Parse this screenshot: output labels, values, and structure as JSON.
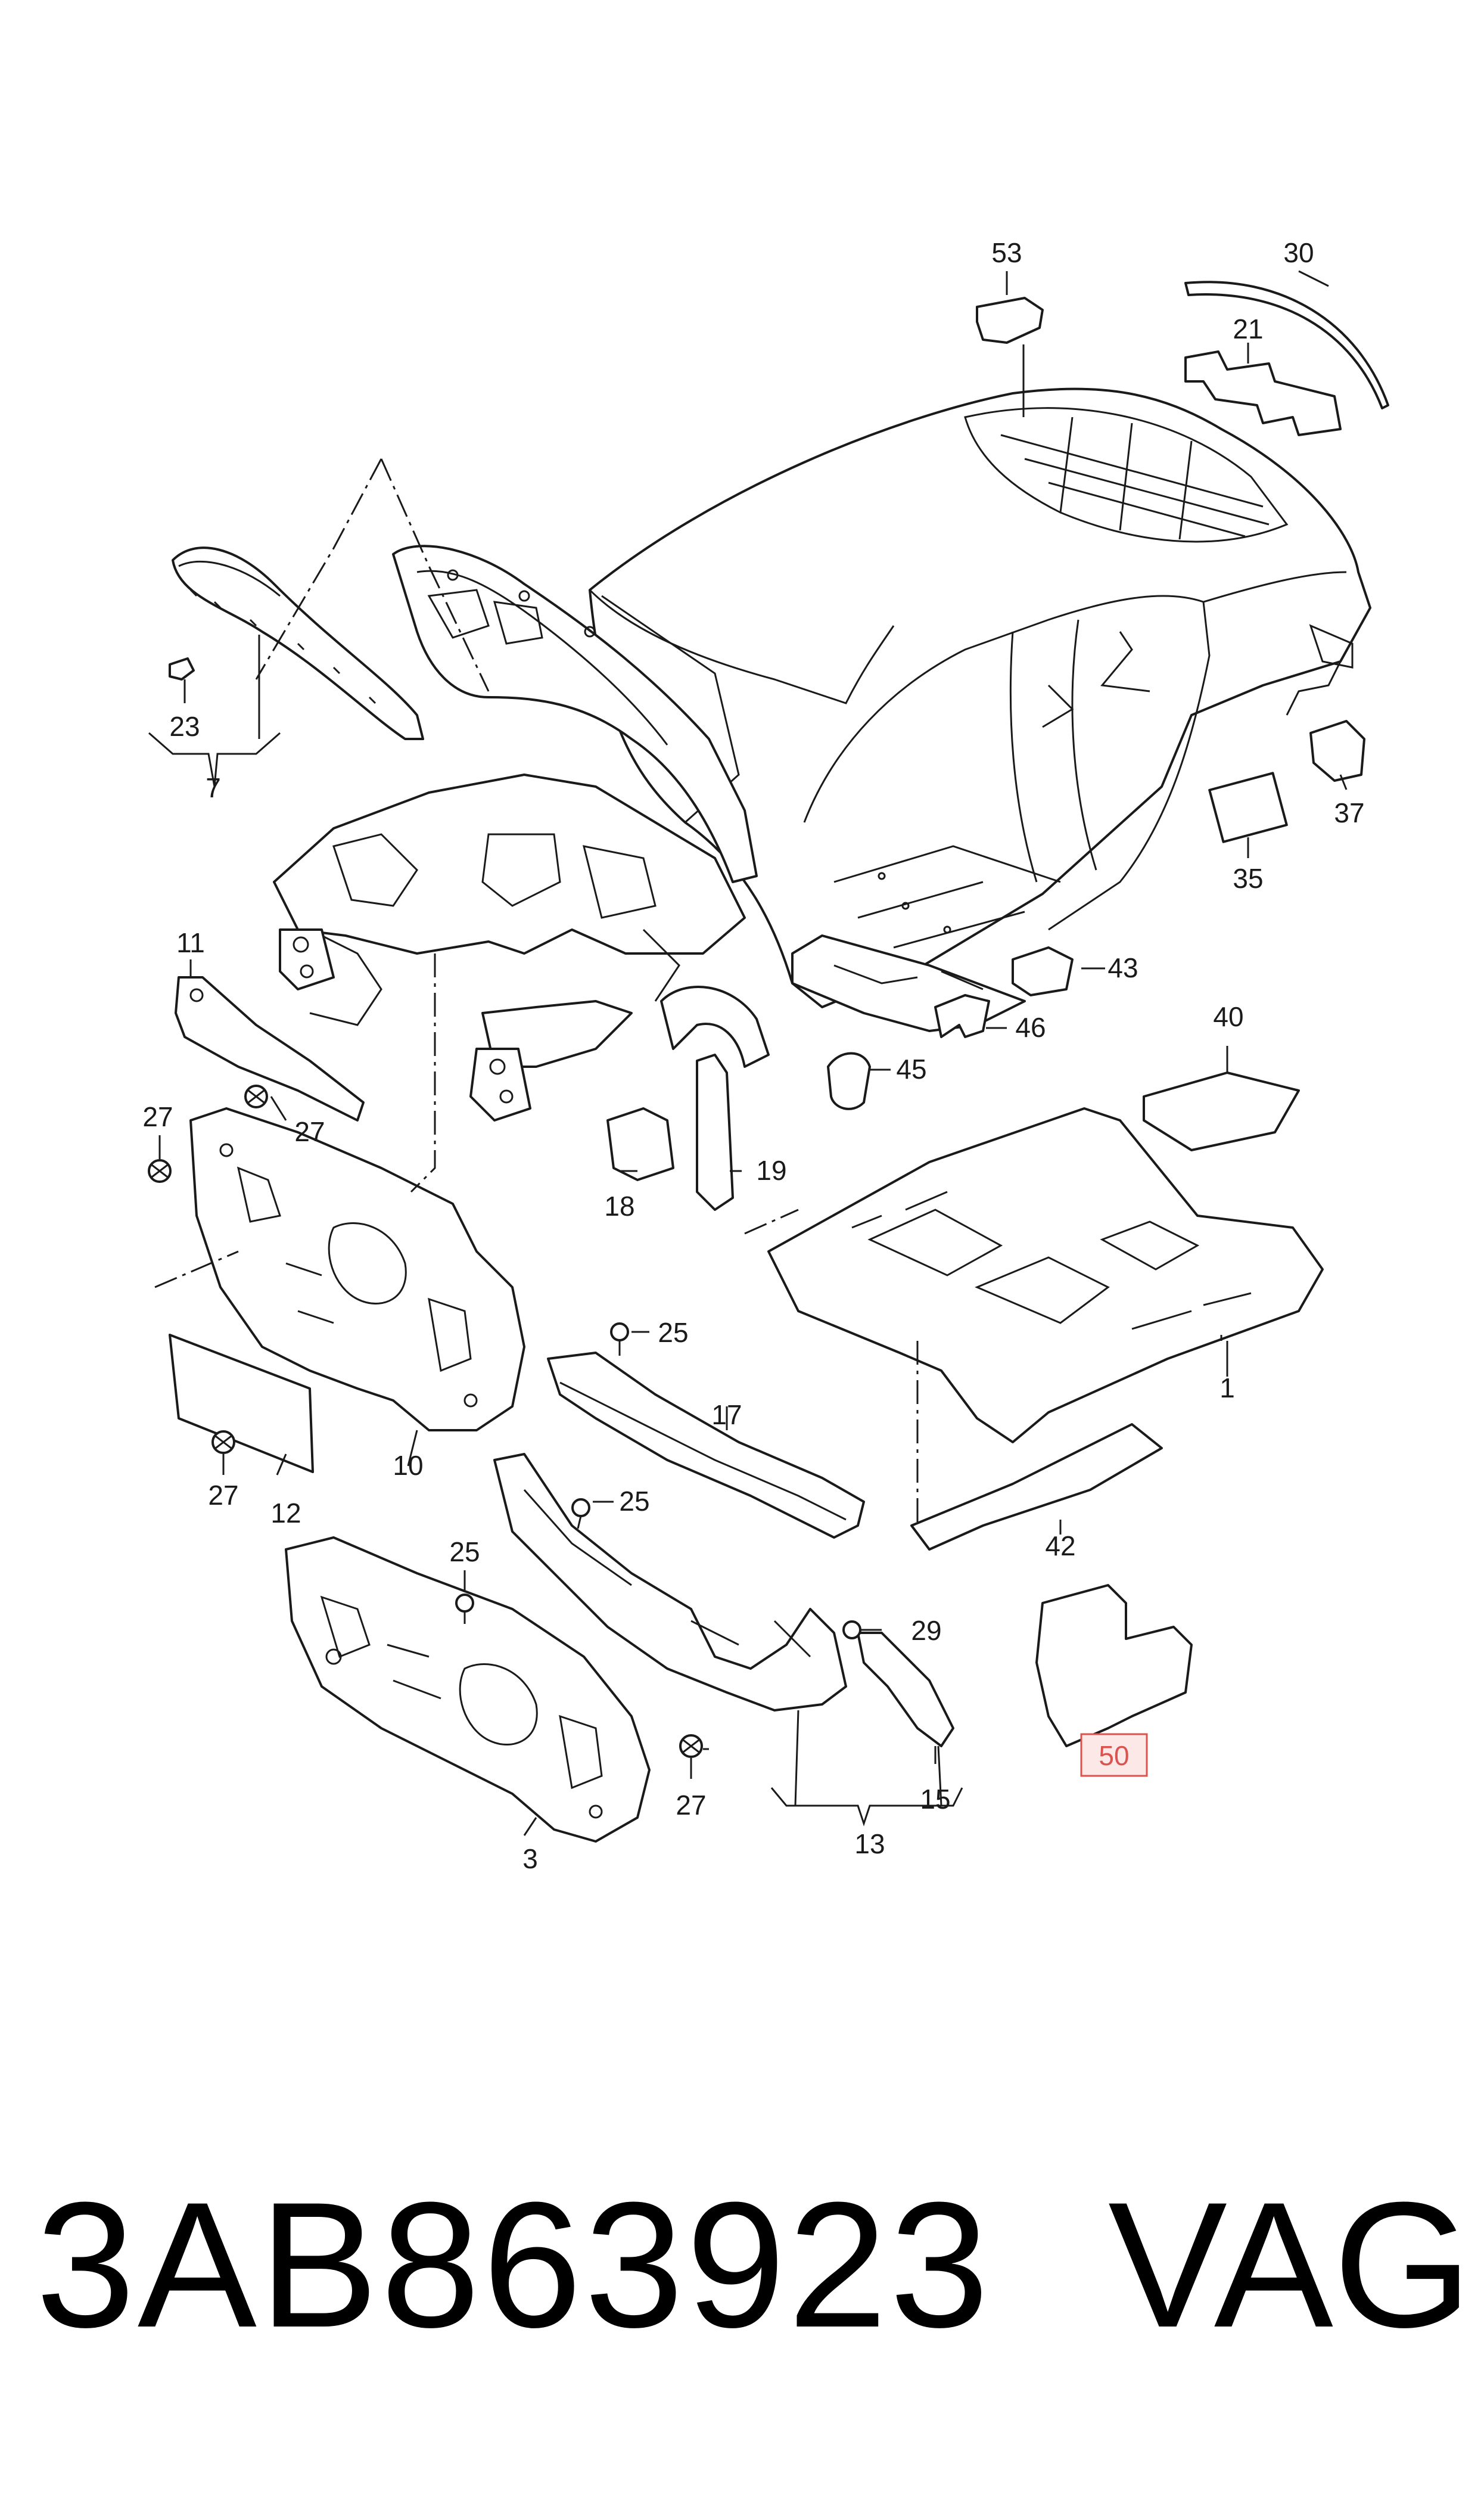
{
  "diagram": {
    "labels": {
      "l1": "1",
      "l3": "3",
      "l7": "7",
      "l10": "10",
      "l11": "11",
      "l12": "12",
      "l13": "13",
      "l15": "15",
      "l17": "17",
      "l18": "18",
      "l19": "19",
      "l21": "21",
      "l23": "23",
      "l25a": "25",
      "l25b": "25",
      "l25c": "25",
      "l27a": "27",
      "l27b": "27",
      "l27c": "27",
      "l27d": "27",
      "l29": "29",
      "l30": "30",
      "l35": "35",
      "l37": "37",
      "l40": "40",
      "l42": "42",
      "l43": "43",
      "l45": "45",
      "l46": "46",
      "l50": "50",
      "l53": "53"
    },
    "highlighted_part": "50",
    "highlight_color": "#d9534f"
  },
  "footer": {
    "part_number": "3AB863923",
    "brand": "VAG"
  }
}
